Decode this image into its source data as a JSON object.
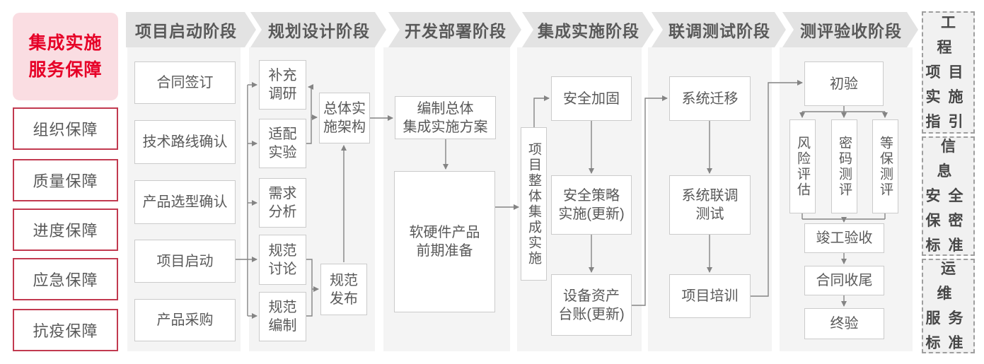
{
  "sidebar": {
    "title": "集成实施\n服务保障",
    "items": [
      "组织保障",
      "质量保障",
      "进度保障",
      "应急保障",
      "抗疫保障"
    ]
  },
  "phases": [
    {
      "label": "项目启动阶段",
      "boxes": [
        "合同签订",
        "技术路线确认",
        "产品选型确认",
        "项目启动",
        "产品采购"
      ]
    },
    {
      "label": "规划设计阶段",
      "boxes": [
        "补充\n调研",
        "适配\n实验",
        "需求\n分析",
        "规范\n讨论",
        "规范\n编制",
        "总体实\n施架构",
        "规范\n发布"
      ]
    },
    {
      "label": "开发部署阶段",
      "boxes": [
        "编制总体\n集成实施方案",
        "软硬件产品\n前期准备"
      ]
    },
    {
      "label": "集成实施阶段",
      "boxes": [
        "项目整体集成实施",
        "安全加固",
        "安全策略\n实施(更新)",
        "设备资产\n台账(更新)"
      ]
    },
    {
      "label": "联调测试阶段",
      "boxes": [
        "系统迁移",
        "系统联调\n测试",
        "项目培训"
      ]
    },
    {
      "label": "测评验收阶段",
      "boxes": [
        "初验",
        "风险评估",
        "密码测评",
        "等保测评",
        "竣工验收",
        "合同收尾",
        "终验"
      ]
    }
  ],
  "standards": [
    "工程\n项目\n实施\n指引",
    "信息\n安全\n保密\n标准",
    "运维\n服务\n标准"
  ],
  "colors": {
    "accent_red": "#e60027",
    "sidebar_box_border": "#c23a50",
    "sidebar_title_bg": "#fadde2",
    "phase_header_bg": "#e3e3e3",
    "panel_bg": "#f4f4f4",
    "node_border": "#cbcbcb",
    "node_text": "#595959",
    "connector": "#848484",
    "standards_border": "#9e9e9e",
    "standards_bg": "#f1f1f1",
    "standards_text": "#474747"
  }
}
